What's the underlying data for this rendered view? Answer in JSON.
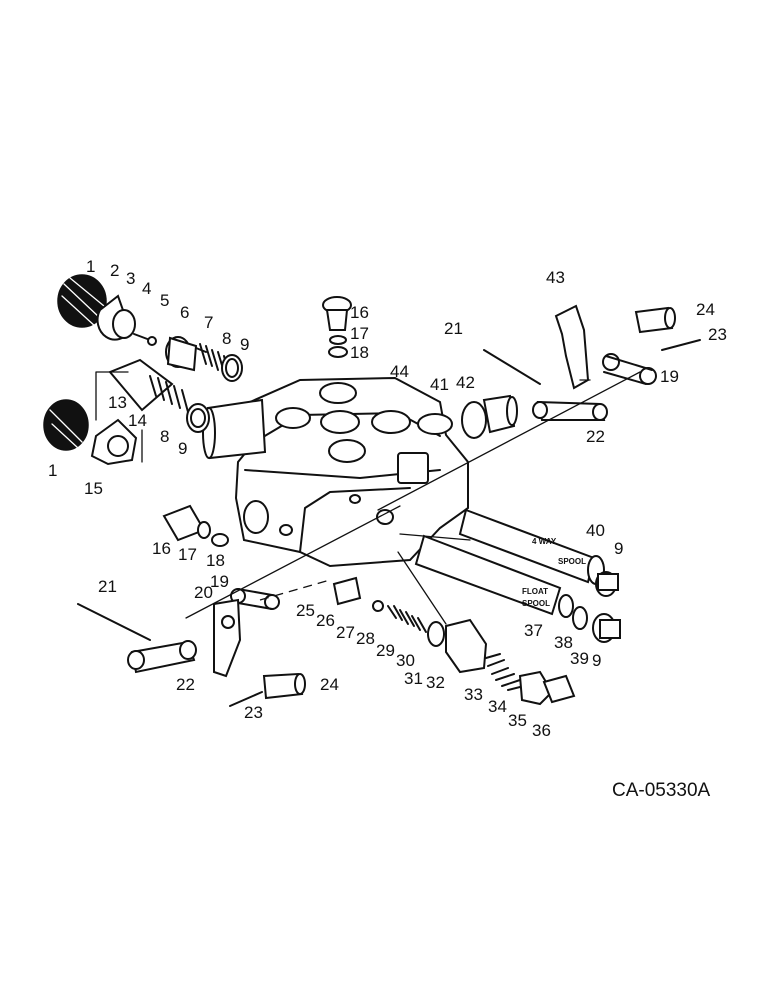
{
  "drawing_code": "CA-05330A",
  "spool_inscriptions": {
    "four_way_spool": [
      "4 WAY",
      "SPOOL"
    ],
    "float_spool": [
      "FLOAT",
      "SPOOL"
    ]
  },
  "callouts": [
    {
      "id": "1a",
      "text": "1"
    },
    {
      "id": "2",
      "text": "2"
    },
    {
      "id": "3",
      "text": "3"
    },
    {
      "id": "4",
      "text": "4"
    },
    {
      "id": "5",
      "text": "5"
    },
    {
      "id": "6",
      "text": "6"
    },
    {
      "id": "7",
      "text": "7"
    },
    {
      "id": "8a",
      "text": "8"
    },
    {
      "id": "9a",
      "text": "9"
    },
    {
      "id": "16a",
      "text": "16"
    },
    {
      "id": "17a",
      "text": "17"
    },
    {
      "id": "18a",
      "text": "18"
    },
    {
      "id": "21a",
      "text": "21"
    },
    {
      "id": "43",
      "text": "43"
    },
    {
      "id": "24a",
      "text": "24"
    },
    {
      "id": "23a",
      "text": "23"
    },
    {
      "id": "19a",
      "text": "19"
    },
    {
      "id": "22a",
      "text": "22"
    },
    {
      "id": "44",
      "text": "44"
    },
    {
      "id": "41",
      "text": "41"
    },
    {
      "id": "42",
      "text": "42"
    },
    {
      "id": "13",
      "text": "13"
    },
    {
      "id": "14",
      "text": "14"
    },
    {
      "id": "8b",
      "text": "8"
    },
    {
      "id": "9b",
      "text": "9"
    },
    {
      "id": "1b",
      "text": "1"
    },
    {
      "id": "15",
      "text": "15"
    },
    {
      "id": "16b",
      "text": "16"
    },
    {
      "id": "17b",
      "text": "17"
    },
    {
      "id": "18b",
      "text": "18"
    },
    {
      "id": "19b",
      "text": "19"
    },
    {
      "id": "20",
      "text": "20"
    },
    {
      "id": "21b",
      "text": "21"
    },
    {
      "id": "22b",
      "text": "22"
    },
    {
      "id": "23b",
      "text": "23"
    },
    {
      "id": "24b",
      "text": "24"
    },
    {
      "id": "25",
      "text": "25"
    },
    {
      "id": "26",
      "text": "26"
    },
    {
      "id": "27",
      "text": "27"
    },
    {
      "id": "28",
      "text": "28"
    },
    {
      "id": "29",
      "text": "29"
    },
    {
      "id": "30",
      "text": "30"
    },
    {
      "id": "31",
      "text": "31"
    },
    {
      "id": "32",
      "text": "32"
    },
    {
      "id": "33",
      "text": "33"
    },
    {
      "id": "34",
      "text": "34"
    },
    {
      "id": "35",
      "text": "35"
    },
    {
      "id": "36",
      "text": "36"
    },
    {
      "id": "37",
      "text": "37"
    },
    {
      "id": "38",
      "text": "38"
    },
    {
      "id": "39",
      "text": "39"
    },
    {
      "id": "9c",
      "text": "9"
    },
    {
      "id": "40",
      "text": "40"
    },
    {
      "id": "9d",
      "text": "9"
    }
  ]
}
